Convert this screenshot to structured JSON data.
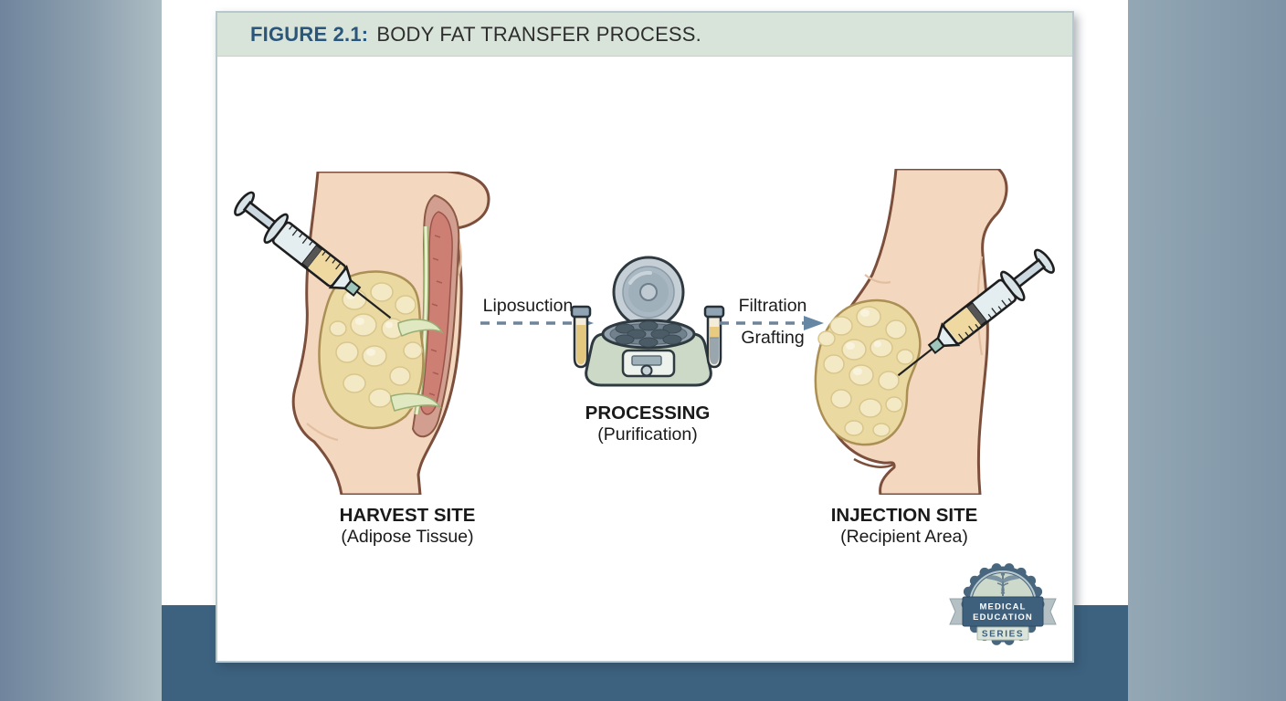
{
  "figure_header": {
    "number": "FIGURE 2.1:",
    "title": "BODY FAT TRANSFER PROCESS."
  },
  "flow": {
    "harvest": {
      "title": "HARVEST SITE",
      "subtitle": "(Adipose Tissue)"
    },
    "processing": {
      "title": "PROCESSING",
      "subtitle": "(Purification)"
    },
    "injection": {
      "title": "INJECTION SITE",
      "subtitle": "(Recipient Area)"
    },
    "arrow_left": {
      "label": "Liposuction"
    },
    "arrow_right": {
      "label_top": "Filtration",
      "label_bottom": "Grafting"
    }
  },
  "badge": {
    "line1": "MEDICAL",
    "line2": "EDUCATION",
    "line3": "SERIES"
  },
  "icons": {
    "syringe": "syringe-icon",
    "centrifuge": "centrifuge-icon",
    "test_tube": "test-tube-icon",
    "caduceus": "caduceus-icon",
    "flow_arrow": "arrow-right-icon"
  },
  "colors": {
    "header_bg": "#d8e3d9",
    "figure_number": "#29567a",
    "bottom_band": "#3c6280",
    "side_panel": "#7e94a6",
    "arrow": "#6e8498",
    "skin": "#f3d8bf",
    "fat": "#ead9a1",
    "muscle": "#cd7f73",
    "centrifuge_body": "#ccd9c6",
    "badge_navy": "#48677f",
    "badge_sage": "#cdd9cb"
  }
}
